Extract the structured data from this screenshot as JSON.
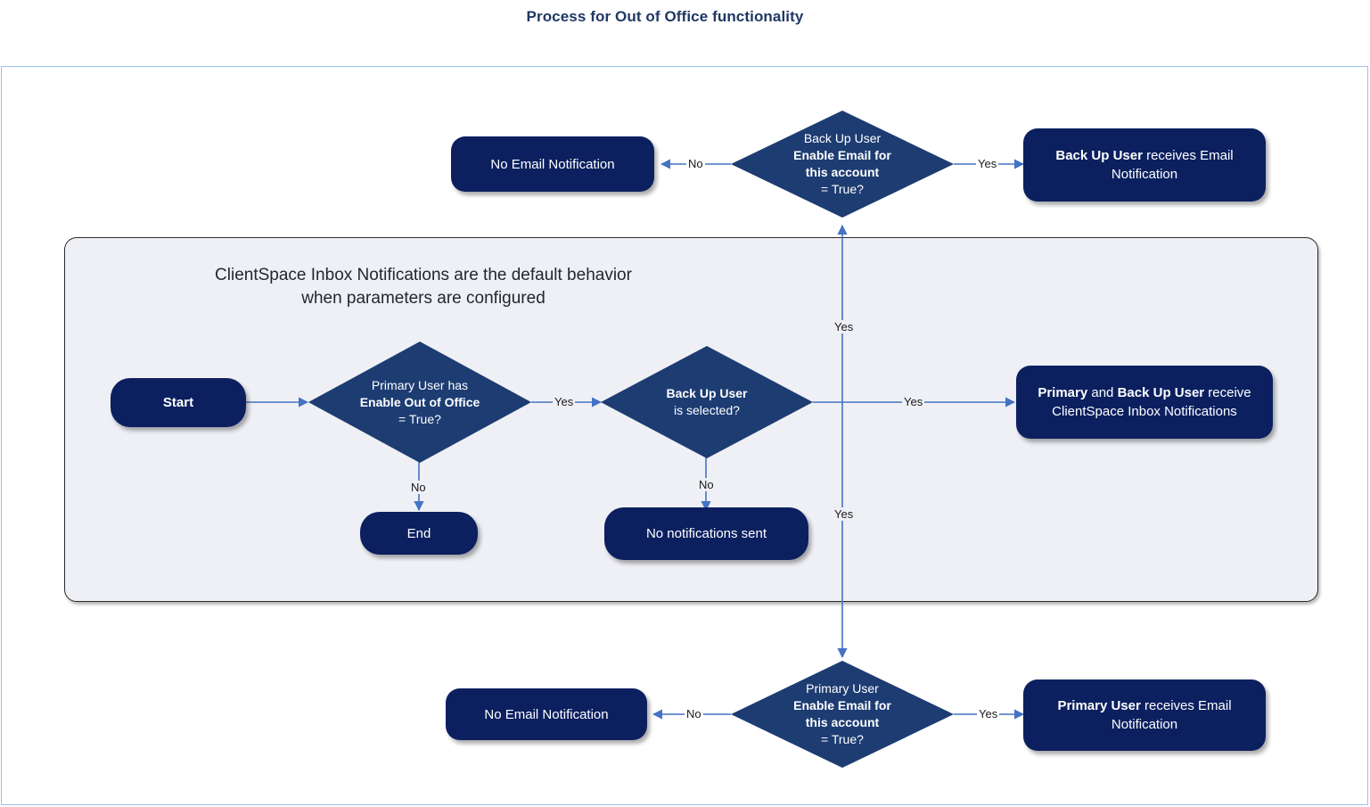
{
  "title": "Process for Out of Office functionality",
  "colors": {
    "frame_border": "#9DC3E6",
    "group_border": "#2b2b2b",
    "group_fill": "#EFF0F5",
    "node_fill": "#0C2060",
    "diamond_fill": "#1D3C72",
    "connector": "#4472C4",
    "title_text": "#1F3864",
    "node_text": "#FFFFFF"
  },
  "group": {
    "caption_line1": "ClientSpace Inbox Notifications are the default behavior",
    "caption_line2": "when parameters are configured"
  },
  "nodes": {
    "start": {
      "label": "Start"
    },
    "end": {
      "label": "End"
    },
    "decision_out_of_office": {
      "line1": "Primary User has",
      "line2": "Enable Out of Office",
      "line3": "= True?"
    },
    "decision_backup_selected": {
      "line1": "Back Up User",
      "line2": "is selected?"
    },
    "decision_backup_email": {
      "line1": "Back Up User",
      "line2": "Enable Email for",
      "line3": "this account",
      "line4": "= True?"
    },
    "decision_primary_email": {
      "line1": "Primary User",
      "line2": "Enable Email for",
      "line3": "this account",
      "line4": "= True?"
    },
    "no_notifications_sent": {
      "label": "No notifications sent"
    },
    "inbox_notifications": {
      "bold1": "Primary",
      "mid": " and ",
      "bold2": "Back Up User",
      "tail": " receive",
      "line2": "ClientSpace Inbox Notifications"
    },
    "backup_email_notification": {
      "bold": "Back Up User",
      "tail": " receives Email",
      "line2": "Notification"
    },
    "primary_email_notification": {
      "bold": "Primary User",
      "tail": " receives Email",
      "line2": "Notification"
    },
    "no_email_notification_top": {
      "label": "No Email Notification"
    },
    "no_email_notification_bottom": {
      "label": "No Email Notification"
    }
  },
  "edges": {
    "ooo_no": "No",
    "ooo_yes": "Yes",
    "backup_sel_no": "No",
    "backup_sel_yes": "Yes",
    "up_to_backup_email_yes": "Yes",
    "down_to_primary_email_yes": "Yes",
    "backup_email_no": "No",
    "backup_email_yes": "Yes",
    "primary_email_no": "No",
    "primary_email_yes": "Yes"
  }
}
